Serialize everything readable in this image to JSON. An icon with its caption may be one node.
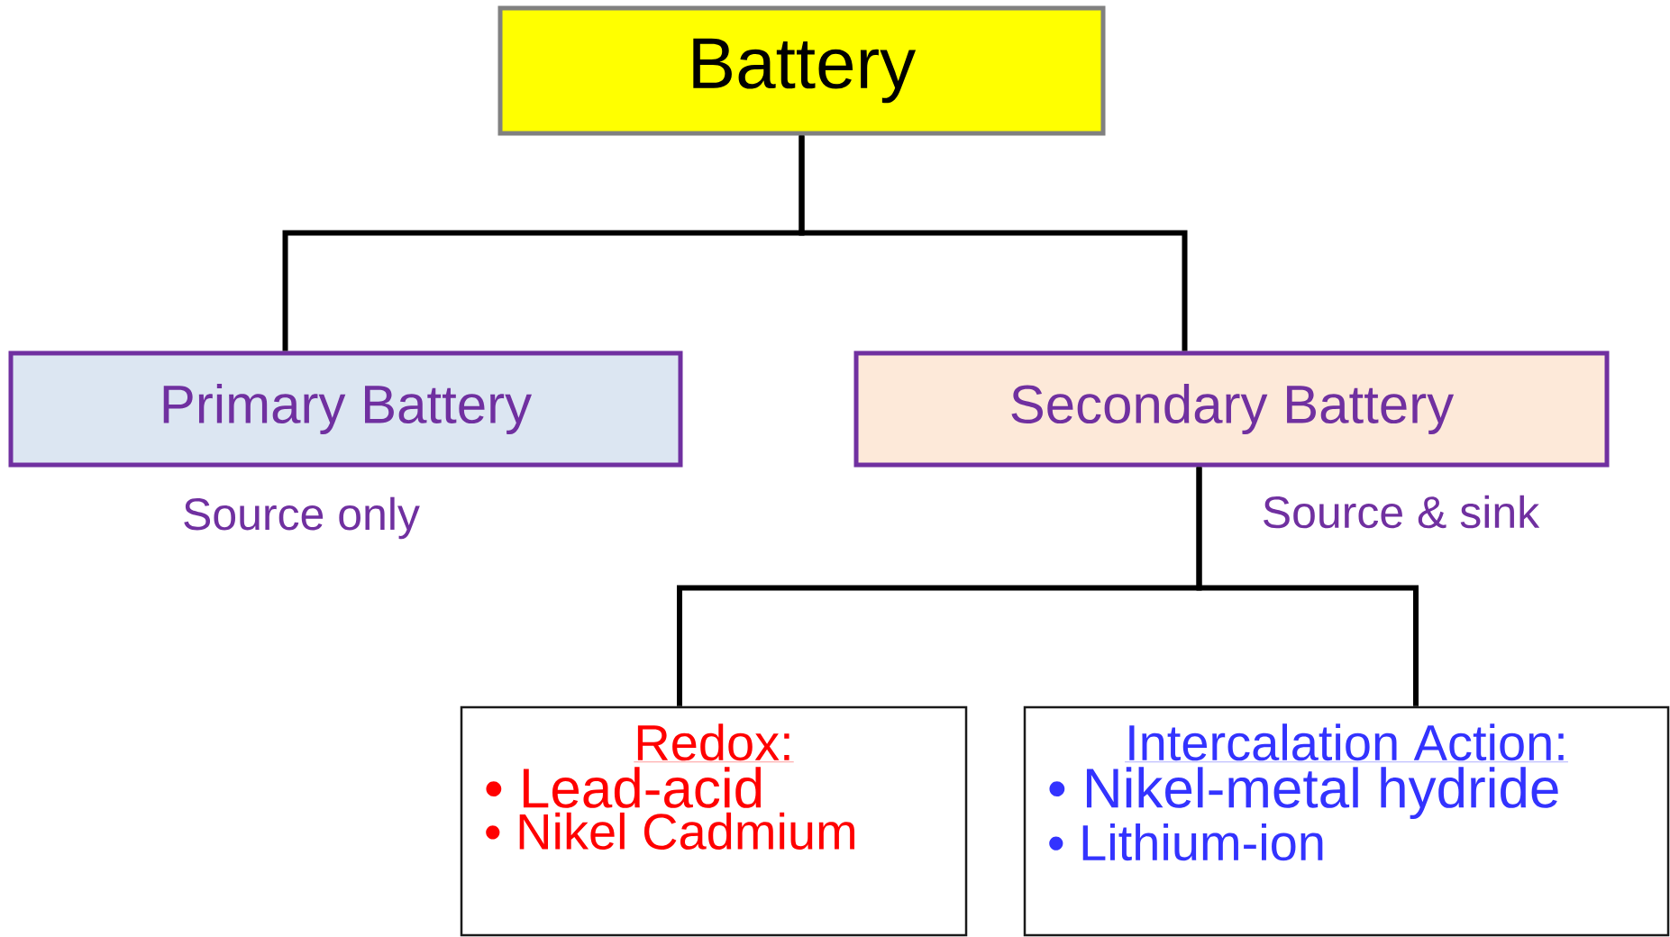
{
  "diagram": {
    "nodes": [
      {
        "text": [
          "Battery"
        ]
      },
      {
        "text": [
          "Primary  Battery"
        ],
        "beside": [
          "Source only"
        ]
      },
      {
        "text": [
          "Secondary  Battery"
        ],
        "beside": [
          "Source & sink"
        ]
      },
      {
        "text": [
          "Redox:",
          "• Lead-acid",
          "• Nikel Cadmium"
        ]
      },
      {
        "text": [
          "Intercalation Action:",
          "• Nikel-metal hydride",
          "• Lithium-ion"
        ]
      }
    ],
    "edges": [
      {
        "from": 0,
        "to": 1,
        "arrow": "none"
      },
      {
        "from": 0,
        "to": 2,
        "arrow": "none"
      },
      {
        "from": 2,
        "to": 3,
        "arrow": "none"
      },
      {
        "from": 2,
        "to": 4,
        "arrow": "none"
      }
    ]
  }
}
